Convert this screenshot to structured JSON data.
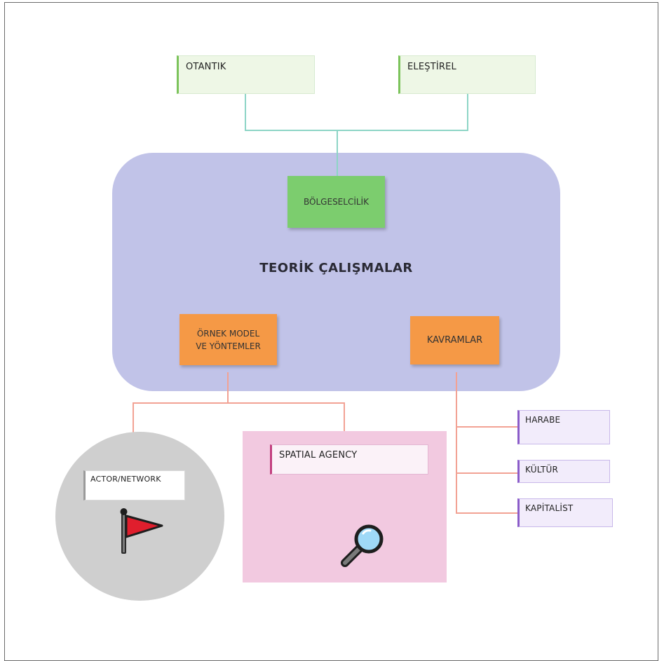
{
  "diagram": {
    "central_title": "TEORİK ÇALIŞMALAR",
    "top_notes": {
      "left": "OTANTIK",
      "right": "ELEŞTİREL"
    },
    "inner_stickies": {
      "top": "BÖLGESELCİLİK",
      "bottom_left_line1": "ÖRNEK MODEL",
      "bottom_left_line2": "VE YÖNTEMLER",
      "bottom_right": "KAVRAMLAR"
    },
    "lower_left": {
      "circle_label": "ACTOR/NETWORK",
      "icon": "flag-icon"
    },
    "lower_middle": {
      "card_label": "SPATIAL AGENCY",
      "icon": "magnifier-icon"
    },
    "concept_list": [
      "HARABE",
      "KÜLTÜR",
      "KAPİTALİST"
    ],
    "colors": {
      "top_connector": "#8dd5c6",
      "bottom_connector": "#f2a294",
      "central_panel": "#c1c3e8",
      "green_sticky": "#7ccd6e",
      "orange_sticky": "#f59946",
      "circle": "#cfcfcf",
      "pink_area": "#f2c9e0",
      "flag": "#e01e2d"
    }
  }
}
